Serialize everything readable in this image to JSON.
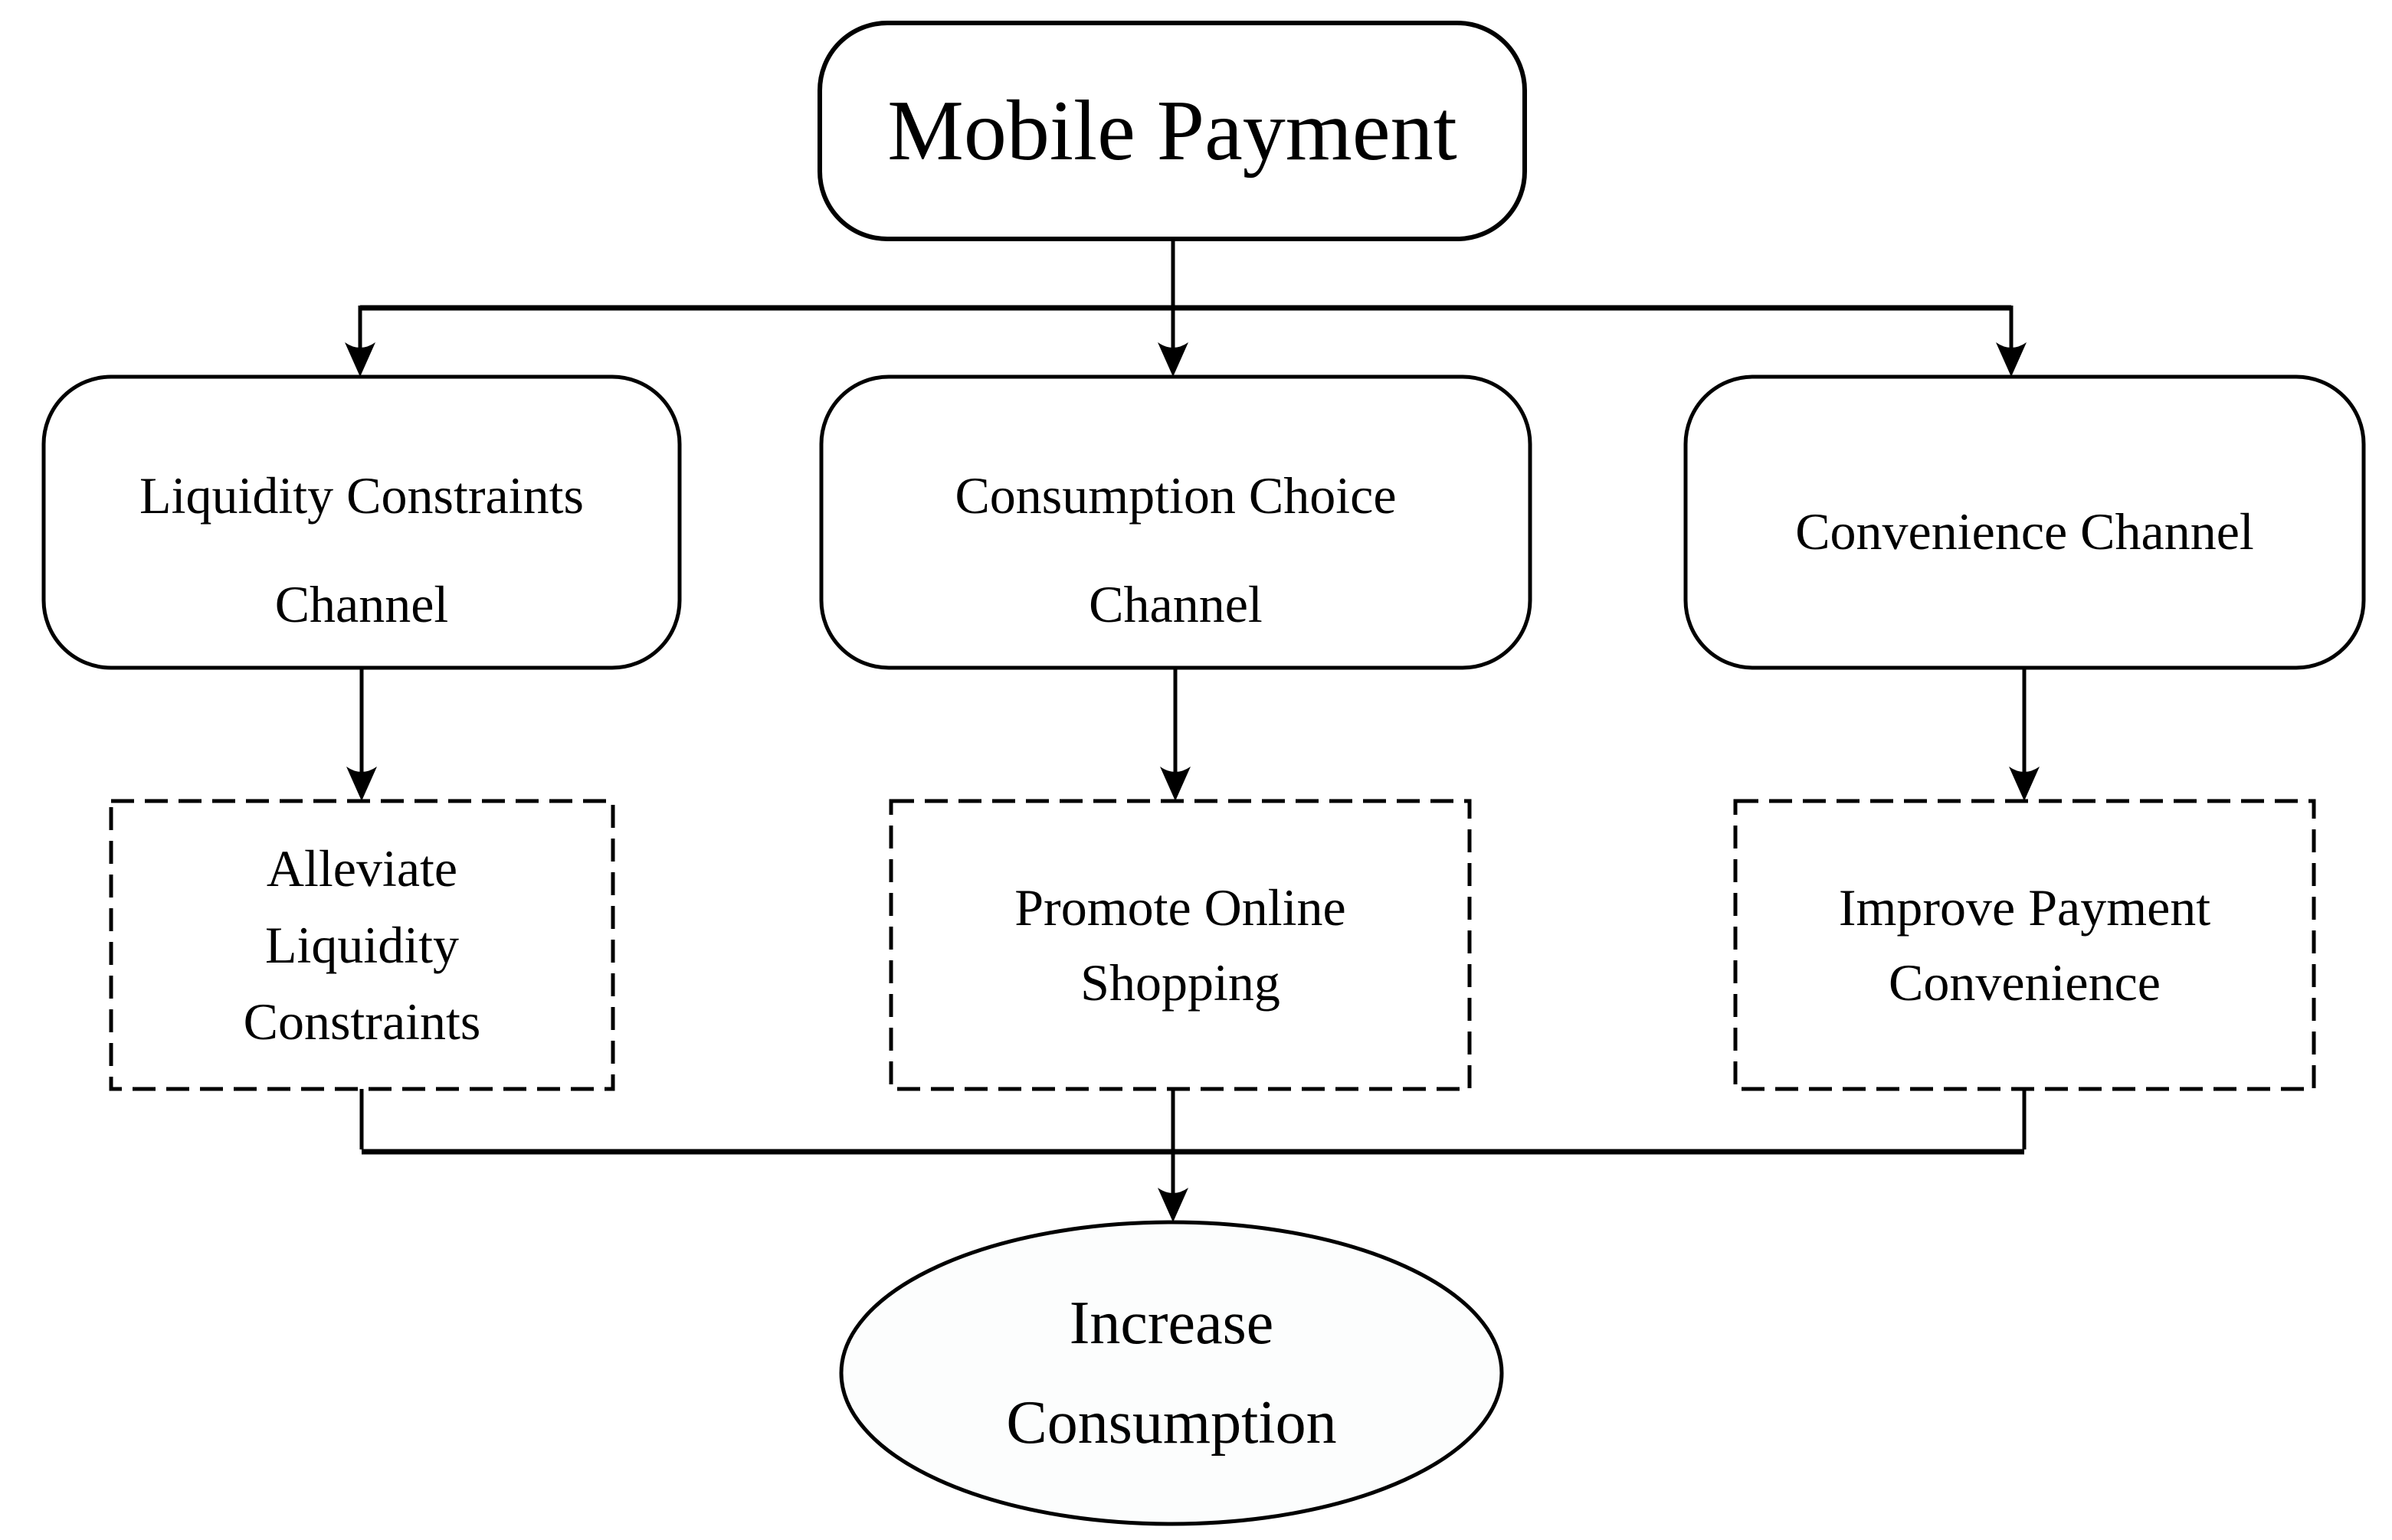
{
  "diagram": {
    "type": "flowchart",
    "nodes": {
      "root": {
        "label": "Mobile Payment",
        "shape": "rounded-rectangle"
      },
      "channel_liquidity": {
        "line1": "Liquidity Constraints",
        "line2": "Channel",
        "shape": "rounded-rectangle"
      },
      "channel_consumption": {
        "line1": "Consumption Choice",
        "line2": "Channel",
        "shape": "rounded-rectangle"
      },
      "channel_convenience": {
        "line1": "Convenience Channel",
        "shape": "rounded-rectangle"
      },
      "effect_alleviate": {
        "line1": "Alleviate",
        "line2": "Liquidity",
        "line3": "Constraints",
        "shape": "dashed-rectangle"
      },
      "effect_promote": {
        "line1": "Promote Online",
        "line2": "Shopping",
        "shape": "dashed-rectangle"
      },
      "effect_improve": {
        "line1": "Improve Payment",
        "line2": "Convenience",
        "shape": "dashed-rectangle"
      },
      "outcome": {
        "line1": "Increase",
        "line2": "Consumption",
        "shape": "ellipse"
      }
    },
    "edges": [
      {
        "from": "root",
        "to": "channel_liquidity"
      },
      {
        "from": "root",
        "to": "channel_consumption"
      },
      {
        "from": "root",
        "to": "channel_convenience"
      },
      {
        "from": "channel_liquidity",
        "to": "effect_alleviate"
      },
      {
        "from": "channel_consumption",
        "to": "effect_promote"
      },
      {
        "from": "channel_convenience",
        "to": "effect_improve"
      },
      {
        "from": "effect_alleviate",
        "to": "outcome"
      },
      {
        "from": "effect_promote",
        "to": "outcome"
      },
      {
        "from": "effect_improve",
        "to": "outcome"
      }
    ],
    "colors": {
      "stroke": "#000000",
      "node_fill": "#ffffff",
      "ellipse_fill": "#fcfdfd",
      "background": "#ffffff",
      "text": "#000000"
    }
  }
}
